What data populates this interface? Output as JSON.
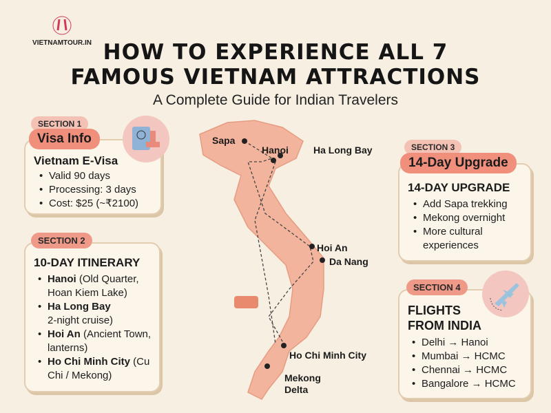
{
  "logo": {
    "text": "VIETNAMTOUR.IN"
  },
  "header": {
    "title_line1": "HOW TO EXPERIENCE ALL 7",
    "title_line2": "FAMOUS VIETNAM ATTRACTIONS",
    "subtitle": "A Complete Guide for Indian Travelers"
  },
  "section1": {
    "tag": "SECTION 1",
    "label": "Visa Info",
    "title": "Vietnam E-Visa",
    "items": [
      "Valid 90 days",
      "Processing: 3 days",
      "Cost: $25 (~₹2100)"
    ],
    "icon": "passport-stamp-icon"
  },
  "section2": {
    "tag": "SECTION 2",
    "title": "10-DAY ITINERARY",
    "items": [
      {
        "bold": "Hanoi",
        "rest": " (Old Quarter, Hoan Kiem Lake)"
      },
      {
        "bold": "Ha Long Bay",
        "rest": " 2-night cruise)"
      },
      {
        "bold": "Hoi An",
        "rest": " (Ancient Town, lanterns)"
      },
      {
        "bold": "Ho Chi Minh City",
        "rest": " (Cu Chi / Mekong)"
      }
    ]
  },
  "section3": {
    "tag": "SECTION 3",
    "label": "14-Day Upgrade",
    "title": "14-DAY UPGRADE",
    "items": [
      "Add Sapa trekking",
      "Mekong overnight",
      "More cultural experiences"
    ]
  },
  "section4": {
    "tag": "SECTION 4",
    "title_line1": "FLIGHTS",
    "title_line2": "FROM INDIA",
    "items": [
      "Delhi → Hanoi",
      "Mumbai → HCMC",
      "Chennai → HCMC",
      "Bangalore → HCMC"
    ],
    "icon": "airplane-icon"
  },
  "map": {
    "places": [
      "Sapa",
      "Hanoi",
      "Ha Long Bay",
      "Hoi An",
      "Da Nang",
      "Ho Chi Minh City",
      "Mekong",
      "Delta"
    ]
  },
  "colors": {
    "background": "#f6efe2",
    "accent": "#ef8f7c",
    "map": "#f2b49c"
  }
}
